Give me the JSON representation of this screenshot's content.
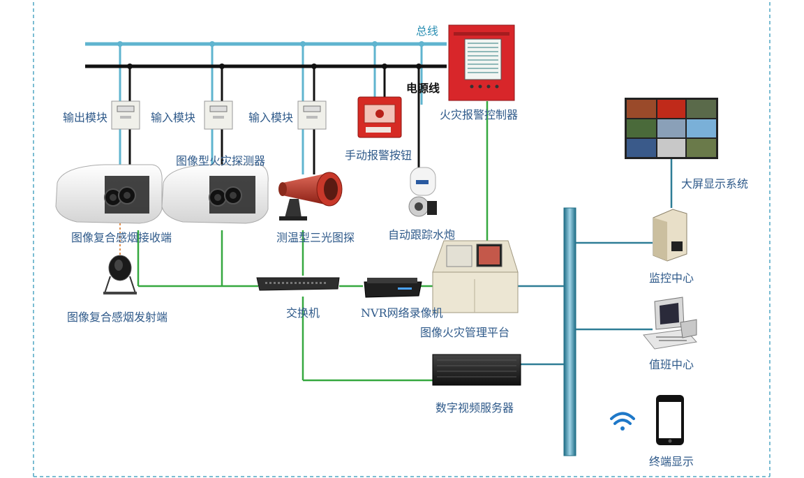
{
  "labels": {
    "bus_line": "总线",
    "power_line": "电源线",
    "output_module": "输出模块",
    "input_module_1": "输入模块",
    "input_module_2": "输入模块",
    "fire_controller": "火灾报警控制器",
    "manual_button": "手动报警按钮",
    "image_fire_detector": "图像型火灾探测器",
    "composite_receiver": "图像复合感烟接收端",
    "composite_emitter": "图像复合感烟发射端",
    "tri_light_probe": "测温型三光图探",
    "water_cannon": "自动跟踪水炮",
    "switch": "交换机",
    "nvr": "NVR网络录像机",
    "fire_platform": "图像火灾管理平台",
    "video_server": "数字视频服务器",
    "big_screen": "大屏显示系统",
    "monitor_center": "监控中心",
    "duty_center": "值班中心",
    "terminal_display": "终端显示"
  },
  "colors": {
    "bus": "#5fb4cf",
    "power": "#111111",
    "network_green": "#35a83f",
    "backbone": "#2e7d96",
    "border_dash": "#4fa6c4",
    "controller_red": "#d8262a",
    "label_blue": "#2f5a8a"
  },
  "icons": {
    "module": "module-box-icon",
    "camera": "camera-housing-icon",
    "wifi": "wifi-icon",
    "phone": "smartphone-icon",
    "server": "server-tower-icon",
    "pc": "desktop-computer-icon"
  }
}
